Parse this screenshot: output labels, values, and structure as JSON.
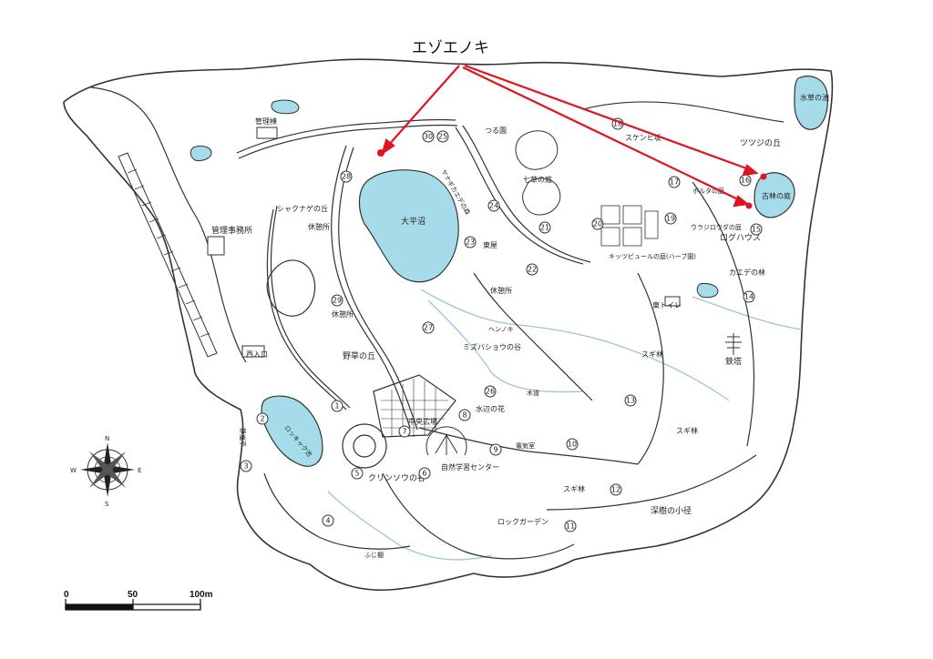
{
  "callout": {
    "label": "エゾエノキ",
    "color": "#e0141e"
  },
  "colors": {
    "water": "#a6dcea",
    "outline": "#333333",
    "road": "#ffffff",
    "stream": "#9fc6d6"
  },
  "labels": {
    "management_station": "管理事務所",
    "kanri_toy": "管理棟",
    "tsuru_garden": "つる園",
    "shichikusa_garden": "七草の庭",
    "sukagawa_hill": "スケンヒ坂",
    "tsutsuji_hill": "ツツジの丘",
    "mizukusa_pond": "水草の池",
    "kohayashi_garden": "古林の庭",
    "borufu_garden": "ボルタの庭",
    "shakunage_hill": "シャクナゲの丘",
    "rest_area1": "休憩所",
    "oohira_pond": "大平沼",
    "kanbokuen": "ヤナギカエデの森",
    "azumaya": "東屋",
    "rest_area2": "休憩所",
    "rest_area3": "休憩所",
    "herb_garden": "キッツビュールの庭(ハーブ園)",
    "urajiro_garden": "ウラジロウダの庭",
    "log_house": "ログハウス",
    "kaede_forest": "カエデの林",
    "nogusa_hill": "野草の丘",
    "hensonoki": "ヘンノキ",
    "mizubasho_valley": "ミズバショウの谷",
    "east_toilet": "東トイレ",
    "sugi1": "スギ林",
    "tower": "鉄塔",
    "chuo_plaza": "中央広場",
    "mizube_garden": "水辺の花",
    "sugi2": "スギ林",
    "kido": "木道",
    "kyukei_hall": "西入口",
    "rokkyaku": "ロッキャク池",
    "seiran": "静嵐亭",
    "kurinsou_valley": "クリンソウの谷",
    "shizen_center": "自然学習センター",
    "sugi3": "スギ林",
    "rock_garden": "ロックガーデン",
    "deep_path": "深樹の小径",
    "fuji_tana": "ふじ棚",
    "denki": "電気室"
  },
  "numbers": [
    "1",
    "2",
    "3",
    "4",
    "5",
    "6",
    "7",
    "8",
    "9",
    "10",
    "11",
    "12",
    "13",
    "14",
    "15",
    "16",
    "17",
    "18",
    "19",
    "20",
    "21",
    "22",
    "23",
    "24",
    "25",
    "26",
    "27",
    "28",
    "29",
    "30"
  ],
  "scale": {
    "ticks": [
      "0",
      "50",
      "100m"
    ]
  },
  "compass": {
    "north": "N",
    "south": "S",
    "east": "E",
    "west": "W"
  }
}
